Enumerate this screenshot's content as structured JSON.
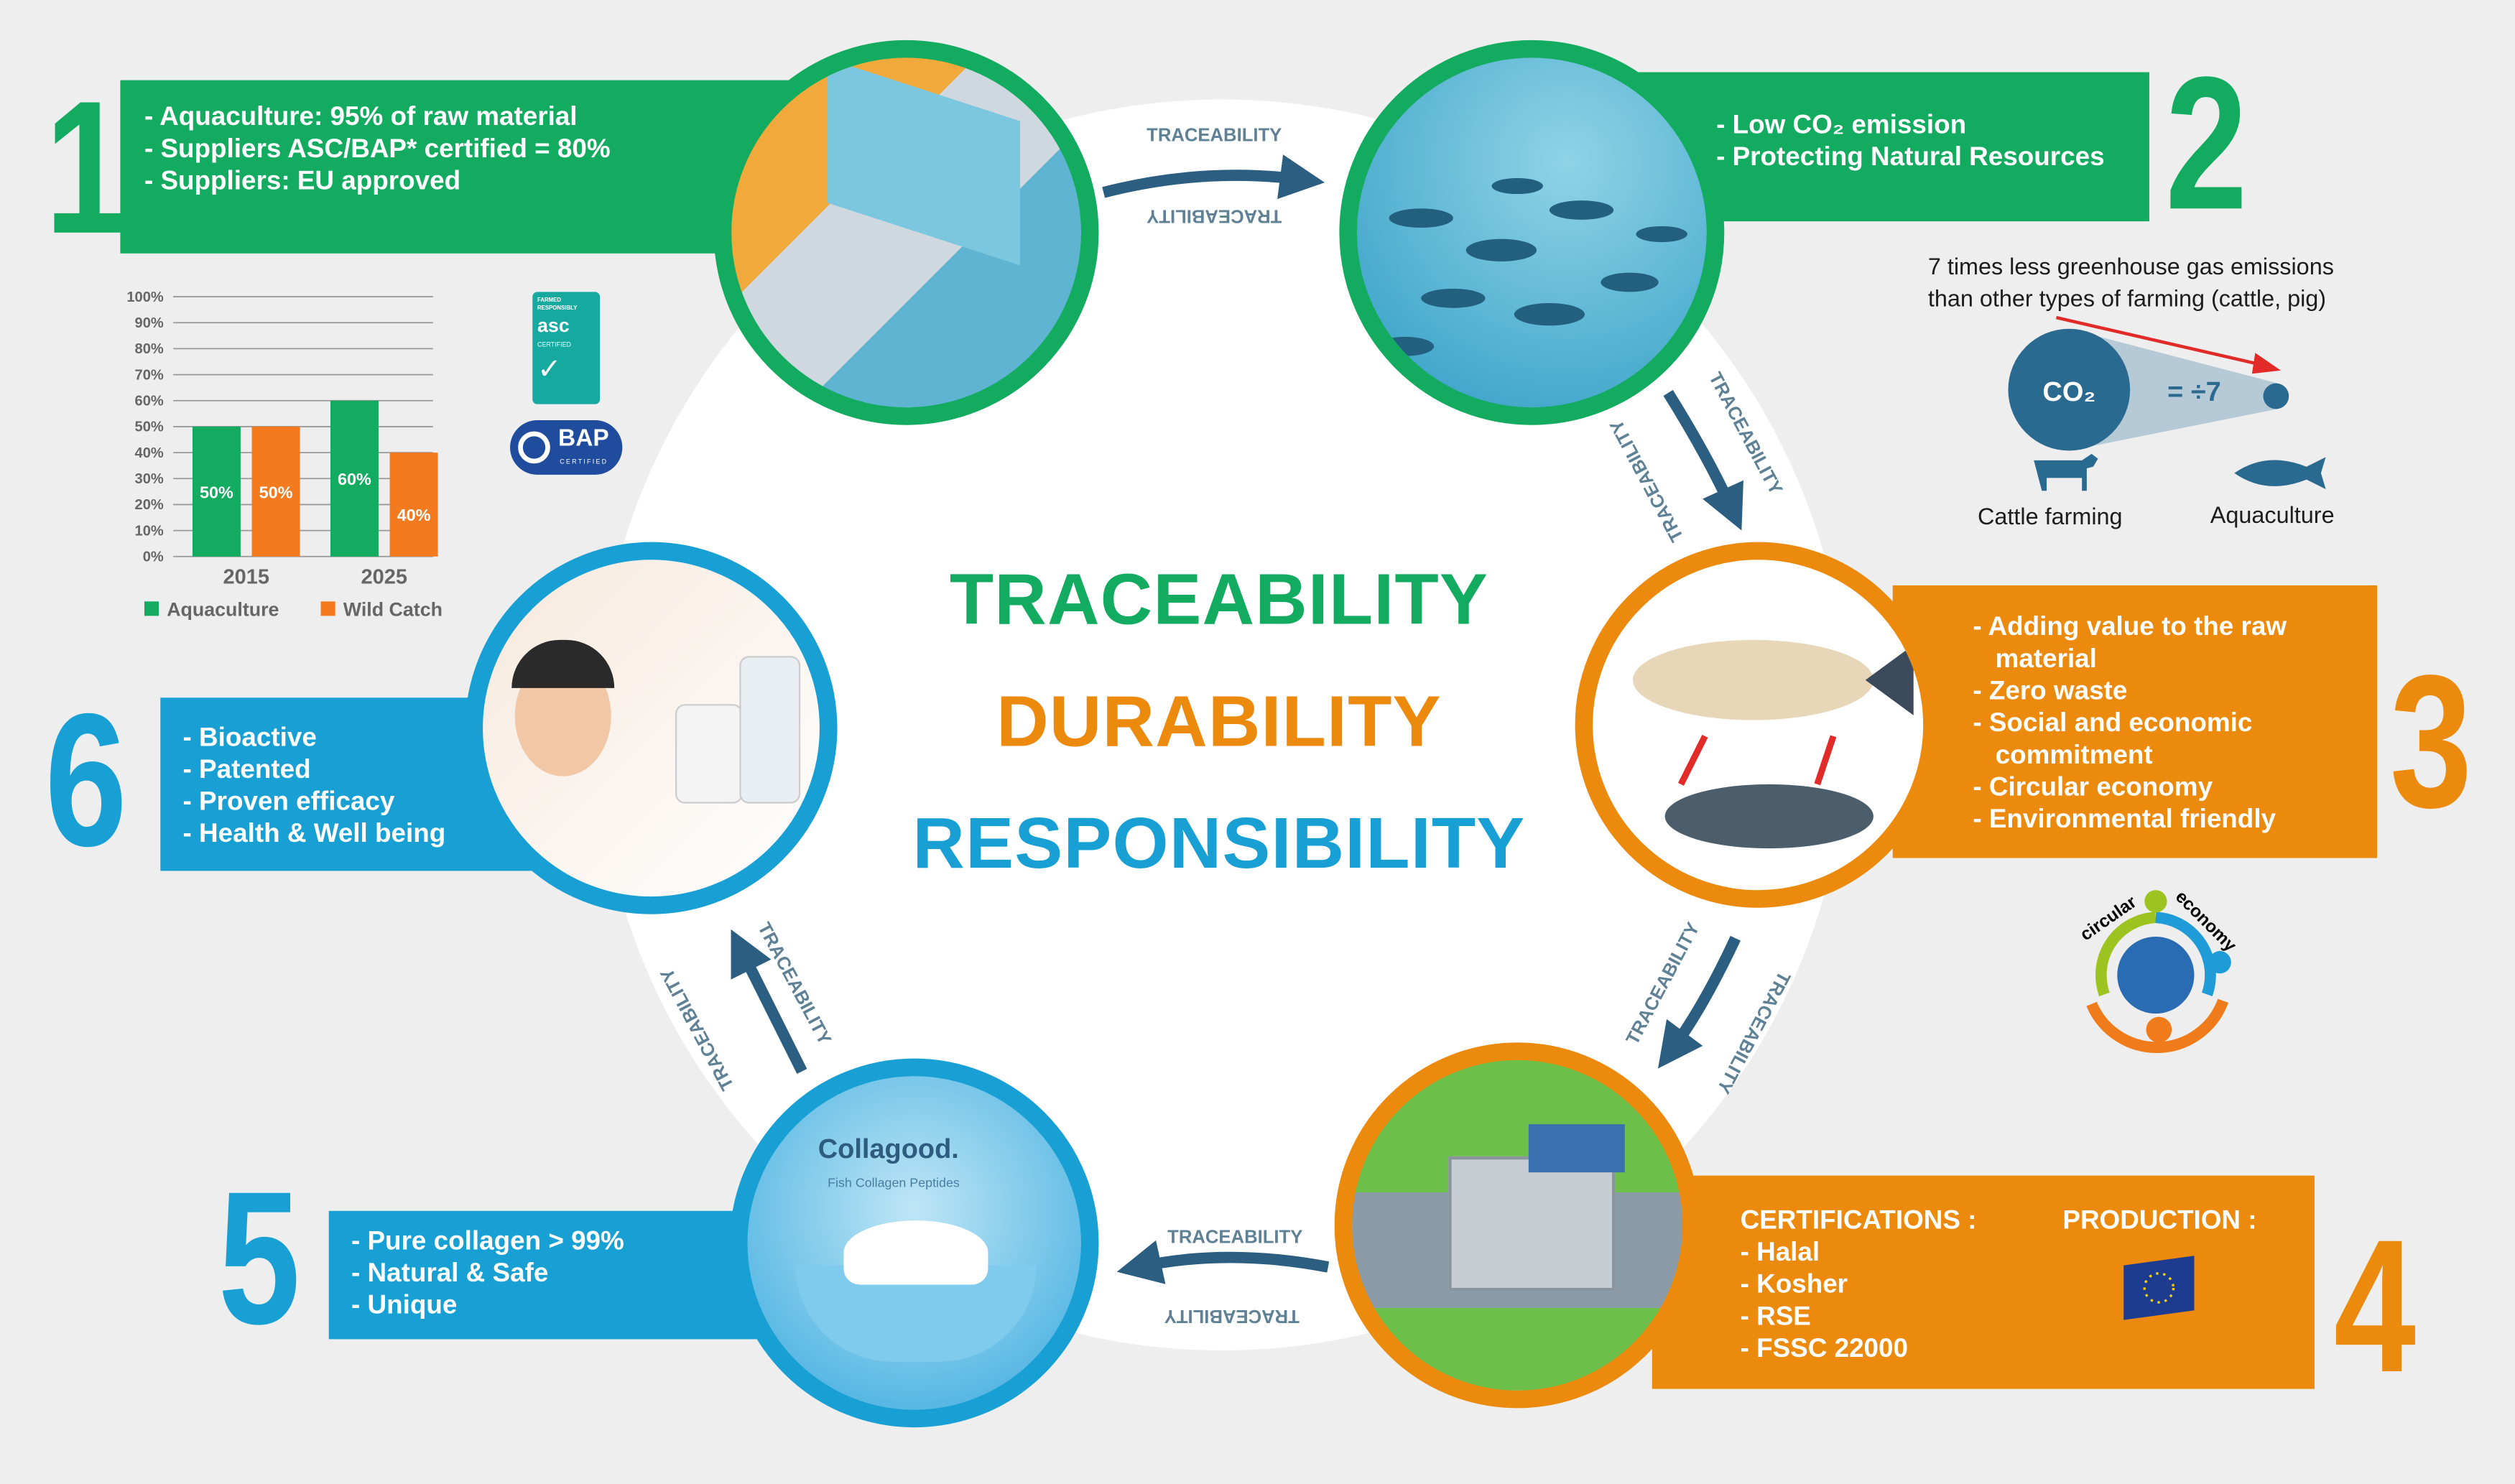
{
  "center": {
    "line1": "TRACEABILITY",
    "line2": "DURABILITY",
    "line3": "RESPONSIBILITY"
  },
  "colors": {
    "green": "#12ab5f",
    "orange": "#eb8a0c",
    "blue": "#18a0d4",
    "arrow": "#2b5e80",
    "background": "#eeeeee"
  },
  "arrow_label": "TRACEABILITY",
  "steps": [
    {
      "number": "1",
      "items": [
        "- Aquaculture: 95% of raw material",
        "- Suppliers ASC/BAP* certified = 80%",
        "- Suppliers: EU approved"
      ]
    },
    {
      "number": "2",
      "items": [
        "- Low CO₂ emission",
        "- Protecting Natural Resources"
      ]
    },
    {
      "number": "3",
      "items": [
        "- Adding value to the raw material",
        "- Zero waste",
        "- Social and economic commitment",
        "- Circular economy",
        "- Environmental friendly"
      ]
    },
    {
      "number": "4",
      "certifications_title": "CERTIFICATIONS :",
      "items": [
        "- Halal",
        "- Kosher",
        "- RSE",
        "- FSSC 22000"
      ],
      "production_title": "PRODUCTION :"
    },
    {
      "number": "5",
      "items": [
        "- Pure collagen > 99%",
        "- Natural & Safe",
        "- Unique"
      ]
    },
    {
      "number": "6",
      "items": [
        "- Bioactive",
        "- Patented",
        "- Proven efficacy",
        "- Health & Well being"
      ]
    }
  ],
  "co2": {
    "caption_line1": "7 times less greenhouse gas emissions",
    "caption_line2": "than other types of farming (cattle, pig)",
    "bubble": "CO₂",
    "ratio": "= ÷7",
    "left_label": "Cattle farming",
    "right_label": "Aquaculture"
  },
  "logos": {
    "asc": {
      "top": "FARMED RESPONSIBLY",
      "name": "asc",
      "sub": "CERTIFIED"
    },
    "bap": {
      "name": "BAP",
      "sub": "CERTIFIED"
    },
    "circular": {
      "word1": "circular",
      "word2": "economy"
    },
    "product": {
      "brand": "Collagood.",
      "subtitle": "Fish Collagen Peptides"
    }
  },
  "chart_data": {
    "type": "bar",
    "categories": [
      "2015",
      "2025"
    ],
    "series": [
      {
        "name": "Aquaculture",
        "color": "#12ab5f",
        "values": [
          50,
          60
        ]
      },
      {
        "name": "Wild Catch",
        "color": "#f47a1f",
        "values": [
          50,
          40
        ]
      }
    ],
    "data_labels": [
      [
        "50%",
        "60%"
      ],
      [
        "50%",
        "40%"
      ]
    ],
    "yticks": [
      "0%",
      "10%",
      "20%",
      "30%",
      "40%",
      "50%",
      "60%",
      "70%",
      "80%",
      "90%",
      "100%"
    ],
    "ylim": [
      0,
      100
    ],
    "grid": true,
    "legend": "bottom",
    "title": "",
    "xlabel": "",
    "ylabel": ""
  }
}
